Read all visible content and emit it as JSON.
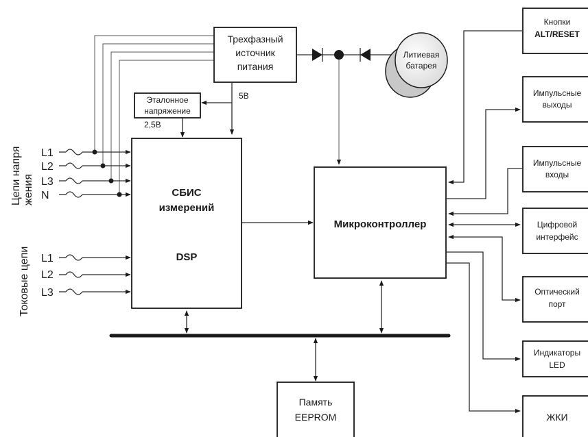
{
  "blocks": {
    "power_supply": [
      "Трехфазный",
      "источник",
      "питания"
    ],
    "reference": [
      "Эталонное",
      "напряжение"
    ],
    "measure_chip": {
      "line1": "СБИС",
      "line2": "измерений",
      "line3": "DSP"
    },
    "microcontroller": "Микроконтроллер",
    "battery": [
      "Литиевая",
      "батарея"
    ],
    "buttons": [
      "Кнопки",
      "ALT/RESET"
    ],
    "pulse_outputs": [
      "Импульсные",
      "выходы"
    ],
    "pulse_inputs": [
      "Импульсные",
      "входы"
    ],
    "digital_interface": [
      "Цифровой",
      "интерфейс"
    ],
    "optical_port": [
      "Оптический",
      "порт"
    ],
    "led_indicators": [
      "Индикаторы",
      "LED"
    ],
    "lcd": "ЖКИ",
    "eeprom": [
      "Память",
      "EEPROM"
    ]
  },
  "labels": {
    "v5": "5В",
    "v25": "2,5В"
  },
  "voltage_group": {
    "title": [
      "Цепи напря",
      "жения"
    ],
    "lines": [
      "L1",
      "L2",
      "L3",
      "N"
    ]
  },
  "current_group": {
    "title": "Токовые цепи",
    "lines": [
      "L1",
      "L2",
      "L3"
    ]
  }
}
